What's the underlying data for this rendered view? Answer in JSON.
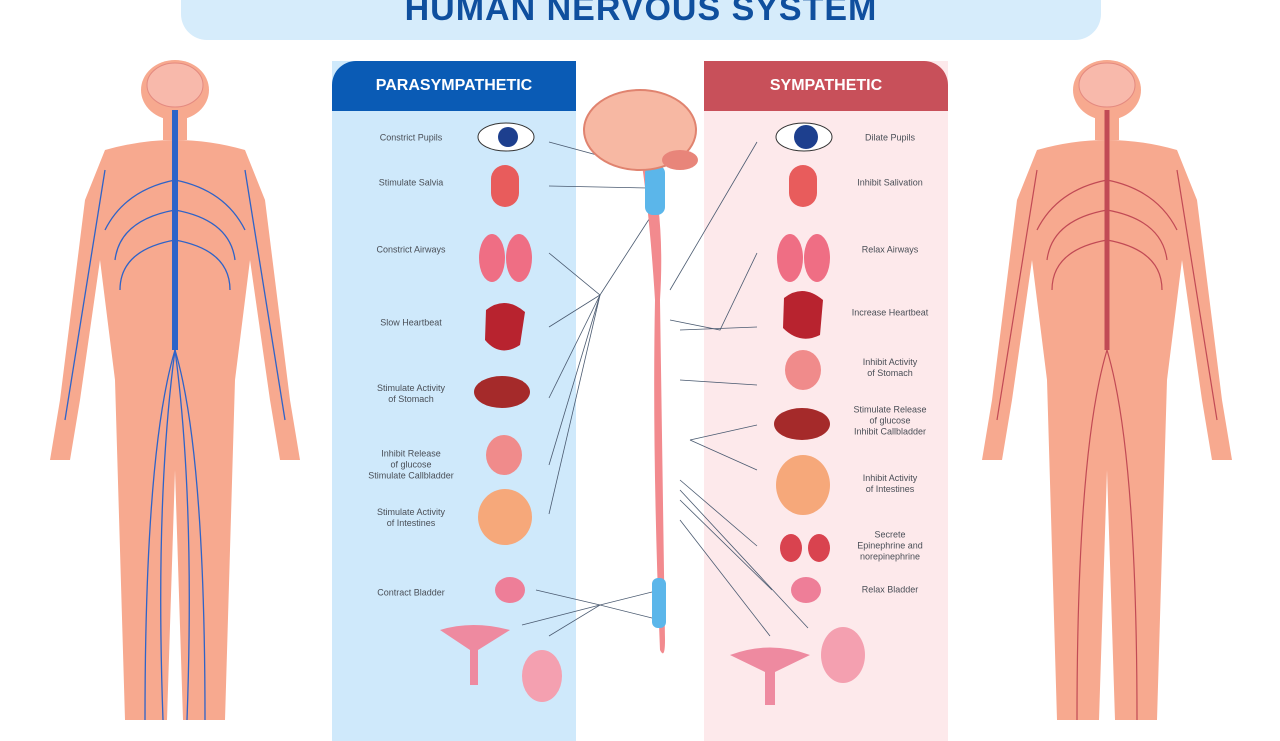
{
  "title": "HUMAN NERVOUS SYSTEM",
  "parasympathetic": {
    "heading": "PARASYMPATHETIC",
    "color": "#0a5bb5",
    "items": [
      "Constrict Pupils",
      "Stimulate Salvia",
      "Constrict Airways",
      "Slow Heartbeat",
      "Stimulate Activity\nof Stomach",
      "Inhibit Release\nof glucose\nStimulate Callbladder",
      "Stimulate Activity\nof Intestines",
      "Contract Bladder"
    ]
  },
  "sympathetic": {
    "heading": "SYMPATHETIC",
    "color": "#c8505a",
    "items": [
      "Dilate Pupils",
      "Inhibit Salivation",
      "Relax Airways",
      "Increase Heartbeat",
      "Inhibit Activity\nof Stomach",
      "Stimulate Release\nof glucose\nInhibit Callbladder",
      "Inhibit Activity\nof Intestines",
      "Secrete\nEpinephrine and\nnorepinephrine",
      "Relax Bladder"
    ]
  }
}
